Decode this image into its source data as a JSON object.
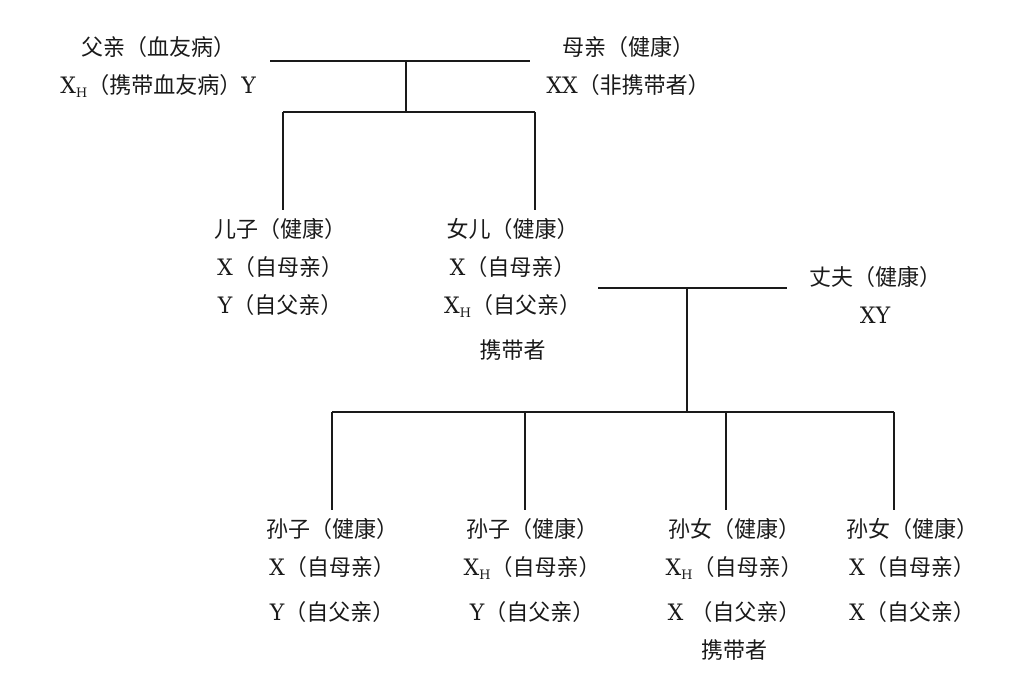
{
  "generation1": {
    "father": {
      "title": "父亲（血友病）",
      "allele1": "X",
      "allele1_sub": "H",
      "allele1_note": "（携带血友病）",
      "allele2": "Y"
    },
    "mother": {
      "title": "母亲（健康）",
      "genotype": "XX（非携带者）"
    }
  },
  "generation2": {
    "son": {
      "title": "儿子（健康）",
      "line1": "X（自母亲）",
      "line2": "Y（自父亲）"
    },
    "daughter": {
      "title": "女儿（健康）",
      "line1": "X（自母亲）",
      "line2_allele": "X",
      "line2_sub": "H",
      "line2_note": "（自父亲）",
      "status": "携带者"
    },
    "husband": {
      "title": "丈夫（健康）",
      "genotype": "XY"
    }
  },
  "generation3": [
    {
      "title": "孙子（健康）",
      "line1_allele": "X",
      "line1_sub": "",
      "line1_note": "（自母亲）",
      "line2": "Y（自父亲）",
      "status": ""
    },
    {
      "title": "孙子（健康）",
      "line1_allele": "X",
      "line1_sub": "H",
      "line1_note": "（自母亲）",
      "line2": "Y（自父亲）",
      "status": ""
    },
    {
      "title": "孙女（健康）",
      "line1_allele": "X",
      "line1_sub": "H",
      "line1_note": "（自母亲）",
      "line2": "X （自父亲）",
      "status": "携带者"
    },
    {
      "title": "孙女（健康）",
      "line1_allele": "X",
      "line1_sub": "",
      "line1_note": "（自母亲）",
      "line2": "X（自父亲）",
      "status": ""
    }
  ]
}
